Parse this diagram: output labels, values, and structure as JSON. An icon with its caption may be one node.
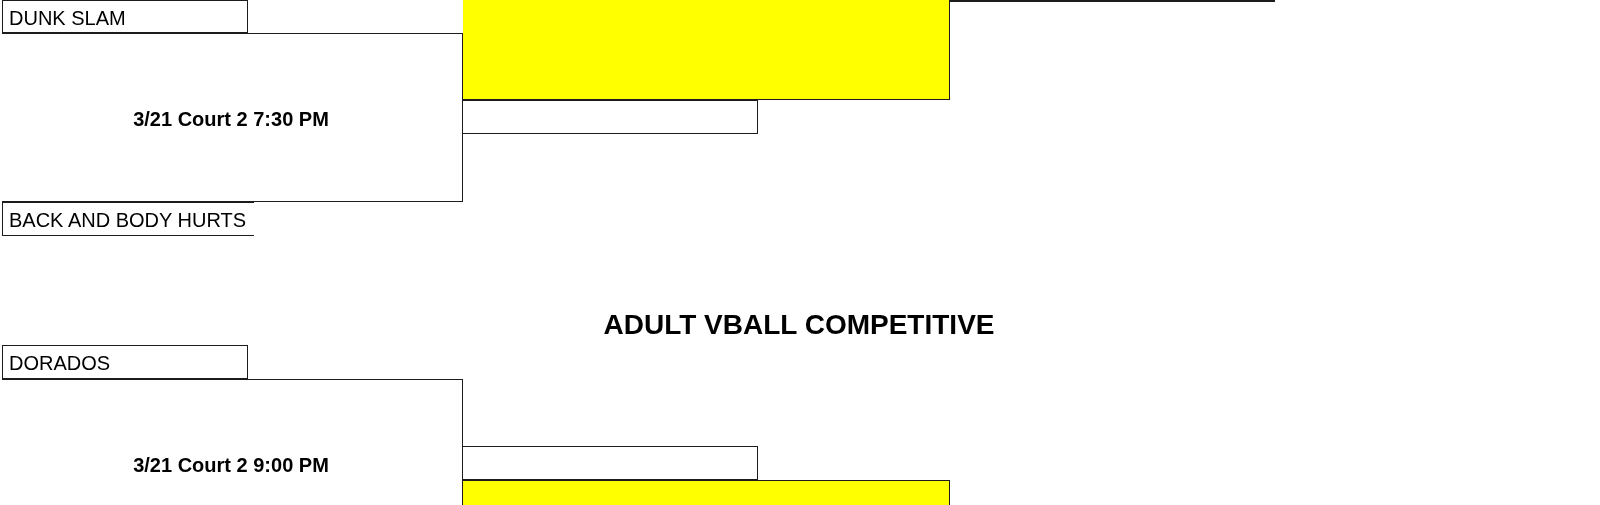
{
  "diagram": {
    "title": "ADULT VBALL COMPETITIVE",
    "nodes": [
      {
        "text": [
          "DUNK SLAM"
        ]
      },
      {
        "text": [
          "3/21 Court 2 7:30 PM"
        ]
      },
      {
        "text": [
          "BACK AND BODY HURTS"
        ]
      },
      {
        "text": [],
        "shape": "box"
      },
      {
        "text": [],
        "shape": "box"
      },
      {
        "text": [
          "DORADOS"
        ]
      },
      {
        "text": [
          "3/21 Court 2 9:00 PM"
        ]
      },
      {
        "text": [],
        "shape": "box"
      },
      {
        "text": [],
        "shape": "box"
      }
    ]
  }
}
